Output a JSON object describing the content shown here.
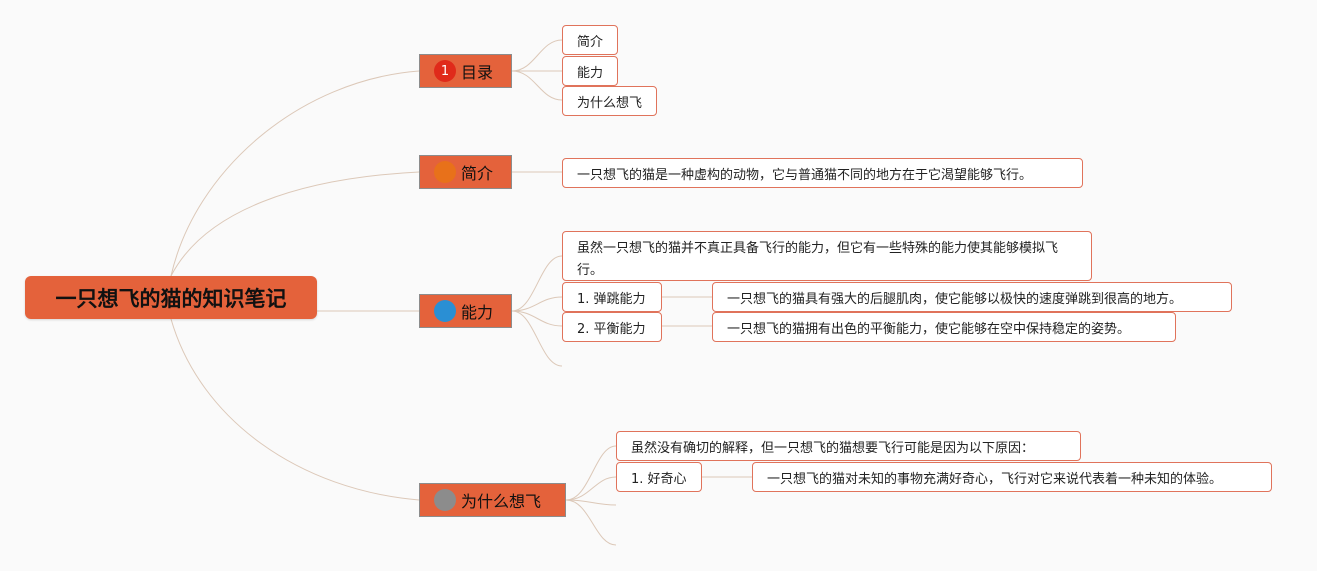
{
  "root": {
    "title": "一只想飞的猫的知识笔记"
  },
  "branches": [
    {
      "label": "目录",
      "badge": "1",
      "badge_color": "#e02a1a"
    },
    {
      "label": "简介",
      "badge": "",
      "badge_color": "#e8711a"
    },
    {
      "label": "能力",
      "badge": "",
      "badge_color": "#2a8fd4"
    },
    {
      "label": "为什么想飞",
      "badge": "",
      "badge_color": "#8c8c8c"
    }
  ],
  "toc": [
    "简介",
    "能力",
    "为什么想飞"
  ],
  "intro": {
    "text": "一只想飞的猫是一种虚构的动物，它与普通猫不同的地方在于它渴望能够飞行。"
  },
  "ability": {
    "summary": "虽然一只想飞的猫并不真正具备飞行的能力，但它有一些特殊的能力使其能够模拟飞行。",
    "items": [
      {
        "label": "1. 弹跳能力",
        "detail": "一只想飞的猫具有强大的后腿肌肉，使它能够以极快的速度弹跳到很高的地方。"
      },
      {
        "label": "2. 平衡能力",
        "detail": "一只想飞的猫拥有出色的平衡能力，使它能够在空中保持稳定的姿势。"
      }
    ]
  },
  "why": {
    "summary": "虽然没有确切的解释，但一只想飞的猫想要飞行可能是因为以下原因：",
    "items": [
      {
        "label": "1. 好奇心",
        "detail": "一只想飞的猫对未知的事物充满好奇心，飞行对它来说代表着一种未知的体验。"
      }
    ]
  },
  "colors": {
    "node": "#e4623b",
    "leaf_border": "#e0735b",
    "link": "#dcc8b8",
    "background": "#fafafa"
  }
}
